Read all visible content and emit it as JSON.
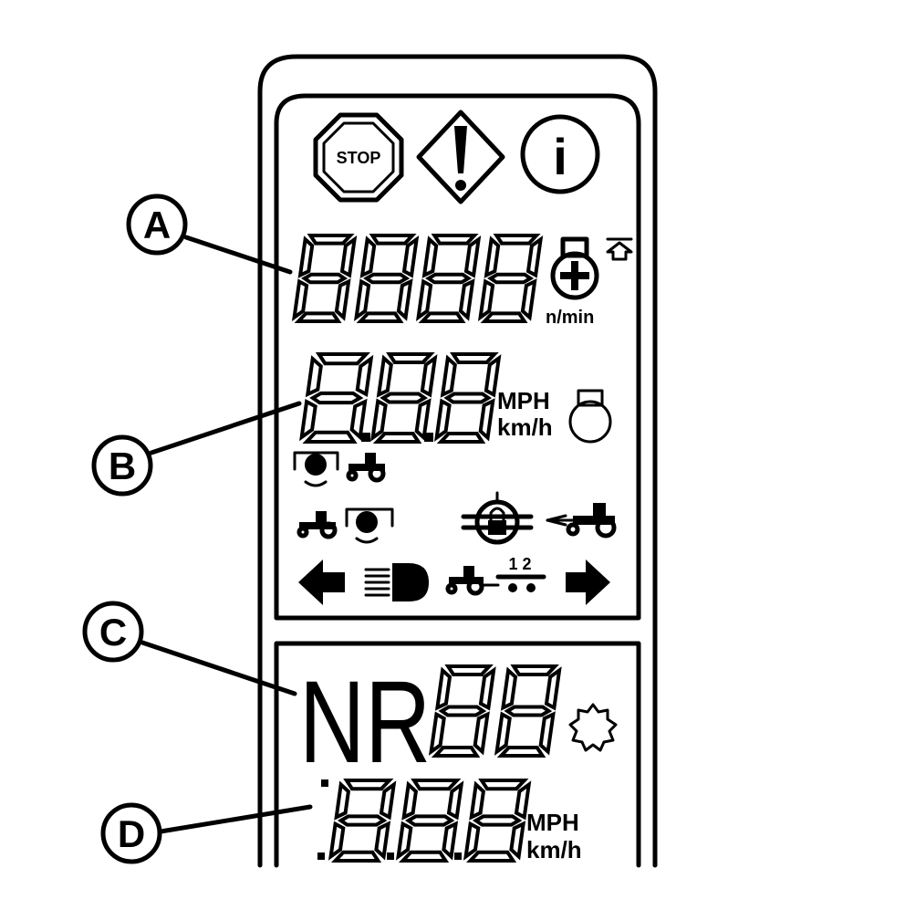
{
  "warning_icons": {
    "stop_text": "STOP",
    "info_text": "i"
  },
  "callouts": [
    "A",
    "B",
    "C",
    "D"
  ],
  "rpm_display": {
    "unit_label": "n/min"
  },
  "speed_display": {
    "unit_mph": "MPH",
    "unit_kmh": "km/h"
  },
  "lower_display": {
    "gear_letters": "NR",
    "unit_mph": "MPH",
    "unit_kmh": "km/h"
  },
  "indicator_row": {
    "trailer_numbers": "1 2"
  },
  "colors": {
    "ink": "#000000",
    "background": "#ffffff"
  }
}
